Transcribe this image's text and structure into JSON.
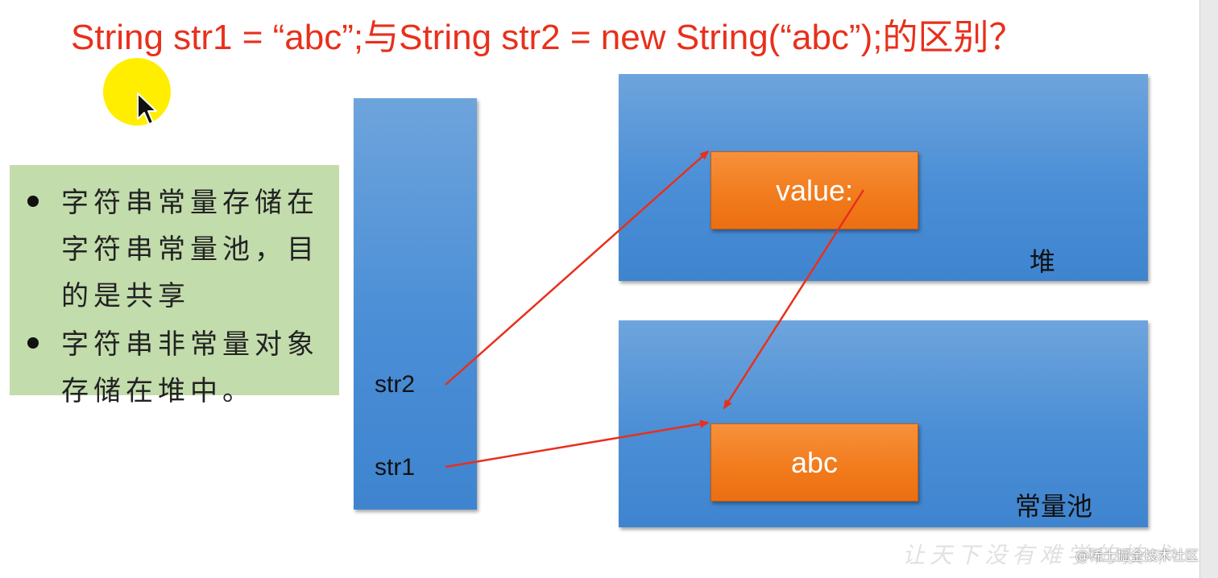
{
  "title": "String str1  = “abc”;与String str2 = new String(“abc”);的区别？",
  "notes": [
    "字符串常量存储在字符串常量池，目的是共享",
    "字符串非常量对象存储在堆中。"
  ],
  "stack": {
    "vars": [
      "str2",
      "str1"
    ]
  },
  "heap": {
    "label": "堆",
    "object_label": "value:"
  },
  "pool": {
    "label": "常量池",
    "object_label": "abc"
  },
  "watermark": "让天下没有难学的技术",
  "credit": "@稀土掘金技术社区",
  "colors": {
    "title": "#e8301c",
    "note_background": "#c2dcac",
    "region_fill": "#4a8ed6",
    "object_fill": "#f17a1b",
    "arrow": "#e8301c",
    "highlight": "#ffee00"
  }
}
